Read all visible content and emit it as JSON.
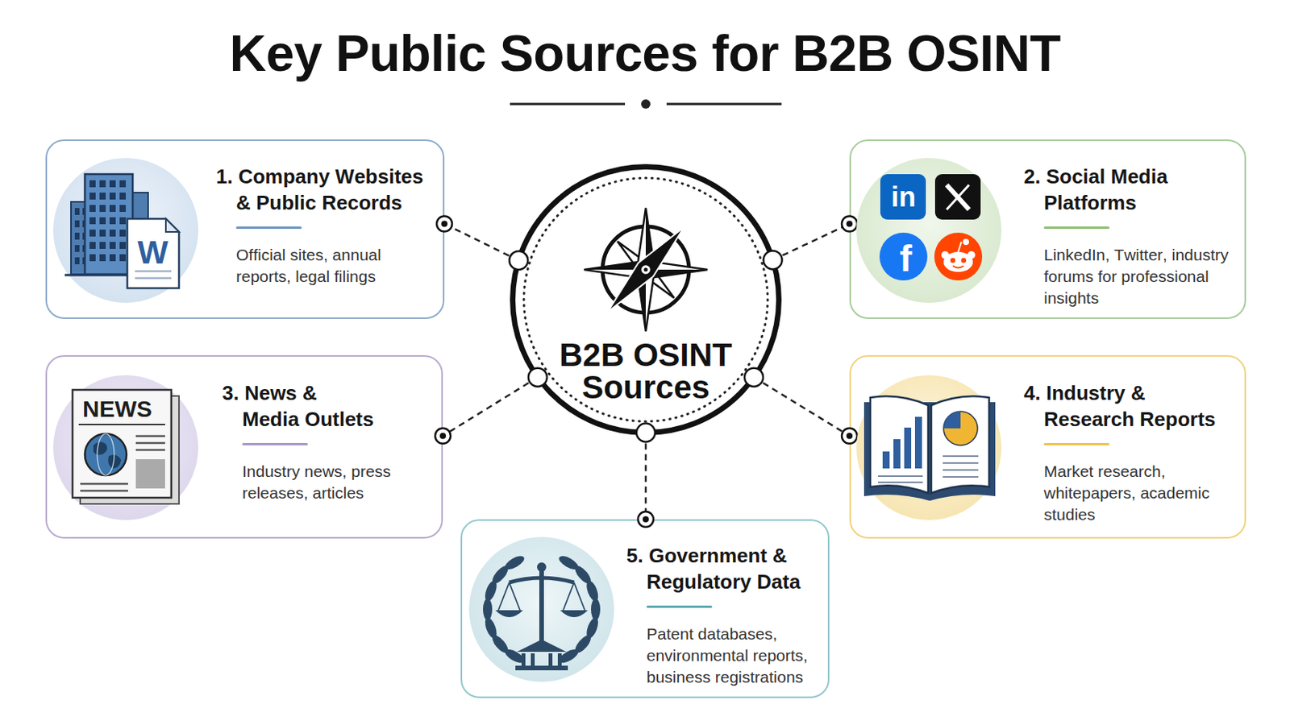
{
  "diagram": {
    "title": "Key Public Sources for B2B OSINT",
    "nodes": [
      {
        "text": [
          "B2B OSINT Sources"
        ]
      },
      {
        "text": [
          "1. Company Websites & Public Records",
          "Official sites, annual reports, legal filings"
        ]
      },
      {
        "text": [
          "2. Social Media Platforms",
          "LinkedIn, Twitter, industry forums for professional insights"
        ]
      },
      {
        "text": [
          "3. News & Media Outlets",
          "Industry news, press releases, articles"
        ]
      },
      {
        "text": [
          "4. Industry & Research Reports",
          "Market research, whitepapers, academic studies"
        ]
      },
      {
        "text": [
          "5. Government & Regulatory Data",
          "Patent databases, environmental reports, business registrations"
        ]
      }
    ],
    "edges": [
      {
        "from": 0,
        "to": 1,
        "arrow": "none"
      },
      {
        "from": 0,
        "to": 2,
        "arrow": "none"
      },
      {
        "from": 0,
        "to": 3,
        "arrow": "none"
      },
      {
        "from": 0,
        "to": 4,
        "arrow": "none"
      },
      {
        "from": 0,
        "to": 5,
        "arrow": "none"
      }
    ],
    "labels": [
      "W",
      "in",
      "f",
      "NEWS"
    ]
  }
}
